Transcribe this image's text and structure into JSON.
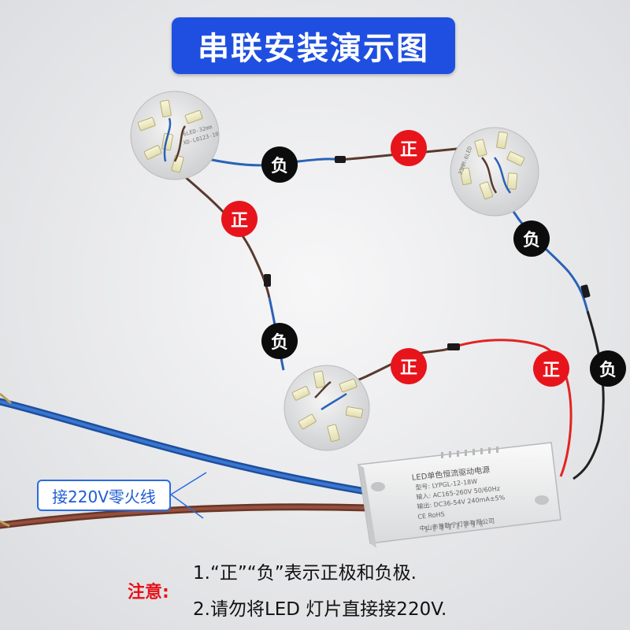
{
  "title": "串联安装演示图",
  "badges": {
    "positive": "正",
    "negative": "负"
  },
  "wire_label": "接220V零火线",
  "note": {
    "label": "注意:",
    "lines": [
      "1.“正”“负”表示正极和负极.",
      "2.请勿将LED 灯片直接接220V."
    ]
  },
  "driver": {
    "title": "LED单色恒流驱动电源",
    "model": "型号: LYPGL-12-18W",
    "input": "输入: AC165-260V 50/60Hz",
    "output": "输出: DC36-54V 240mA±5%",
    "marks": "CE  RoHS",
    "maker": "中山市普勒宁灯饰有限公司"
  },
  "pcb_labels": {
    "board1_model": "6LED-32mm",
    "board1_date": "XD-L0123-10",
    "board2_model": "32MM-6LED"
  },
  "colors": {
    "title_bg": "#1f4fe0",
    "positive": "#e8141b",
    "negative": "#0c0c0c",
    "wire_blue": "#2a62b8",
    "wire_brown": "#7a3f2e",
    "wire_red": "#e02424"
  }
}
